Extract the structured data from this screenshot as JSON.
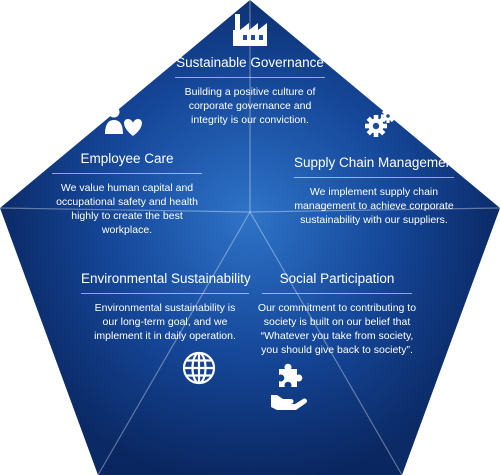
{
  "sections": [
    {
      "title": "Sustainable Governance",
      "desc": "Building a positive culture of corporate governance and integrity is our conviction.",
      "icon": "factory-icon"
    },
    {
      "title": "Supply Chain Management",
      "desc": "We implement supply chain management to achieve corporate sustainability with our suppliers.",
      "icon": "gears-icon"
    },
    {
      "title": "Social Participation",
      "desc": "Our commitment to contributing to society is built on our belief that “Whatever you take from society, you should give back to society”.",
      "icon": "puzzle-hand-icon"
    },
    {
      "title": "Environmental Sustainability",
      "desc": "Environmental sustainability is our long-term goal, and we implement it in daily operation.",
      "icon": "globe-icon"
    },
    {
      "title": "Employee Care",
      "desc": "We value human capital and occupational safety and health highly to create the best workplace.",
      "icon": "people-heart-icon"
    }
  ],
  "colors": {
    "dark": "#0b2a63",
    "mid": "#15479a",
    "light": "#2f74c8",
    "divider": "#ffffff"
  }
}
